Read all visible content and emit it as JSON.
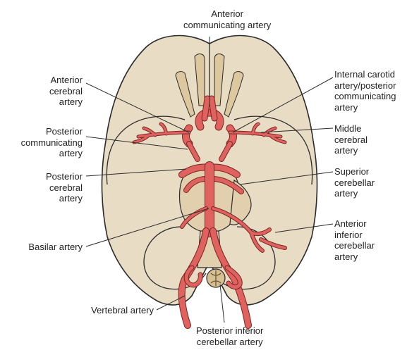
{
  "colors": {
    "brain_fill": "#e8dcc4",
    "brain_stroke": "#2b2b2b",
    "artery_fill": "#e0625f",
    "artery_stroke": "#7a2523",
    "nerve_fill": "#dcc79f",
    "leader": "#2b2b2b"
  },
  "labels": {
    "anterior_communicating": [
      "Anterior",
      "communicating artery"
    ],
    "anterior_cerebral": [
      "Anterior",
      "cerebral",
      "artery"
    ],
    "posterior_communicating": [
      "Posterior",
      "communicating",
      "artery"
    ],
    "posterior_cerebral": [
      "Posterior",
      "cerebral",
      "artery"
    ],
    "basilar": [
      "Basilar artery"
    ],
    "vertebral": [
      "Vertebral artery"
    ],
    "internal_carotid": [
      "Internal carotid",
      "artery/posterior",
      "communicating",
      "artery"
    ],
    "middle_cerebral": [
      "Middle",
      "cerebral",
      "artery"
    ],
    "superior_cerebellar": [
      "Superior",
      "cerebellar",
      "artery"
    ],
    "anterior_inferior_cerebellar": [
      "Anterior",
      "inferior",
      "cerebellar",
      "artery"
    ],
    "posterior_inferior_cerebellar": [
      "Posterior inferior",
      "cerebellar artery"
    ]
  }
}
